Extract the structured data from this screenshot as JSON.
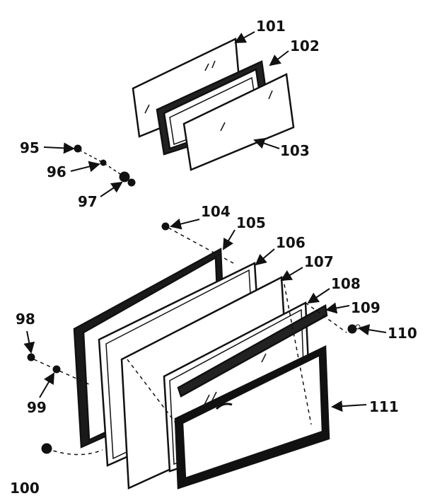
{
  "diagram": {
    "callouts": [
      {
        "id": "c95",
        "label": "95"
      },
      {
        "id": "c96",
        "label": "96"
      },
      {
        "id": "c97",
        "label": "97"
      },
      {
        "id": "c98",
        "label": "98"
      },
      {
        "id": "c99",
        "label": "99"
      },
      {
        "id": "c100",
        "label": "100"
      },
      {
        "id": "c101",
        "label": "101"
      },
      {
        "id": "c102",
        "label": "102"
      },
      {
        "id": "c103",
        "label": "103"
      },
      {
        "id": "c104",
        "label": "104"
      },
      {
        "id": "c105",
        "label": "105"
      },
      {
        "id": "c106",
        "label": "106"
      },
      {
        "id": "c107",
        "label": "107"
      },
      {
        "id": "c108",
        "label": "108"
      },
      {
        "id": "c109",
        "label": "109"
      },
      {
        "id": "c110",
        "label": "110"
      },
      {
        "id": "c111",
        "label": "111"
      }
    ]
  }
}
